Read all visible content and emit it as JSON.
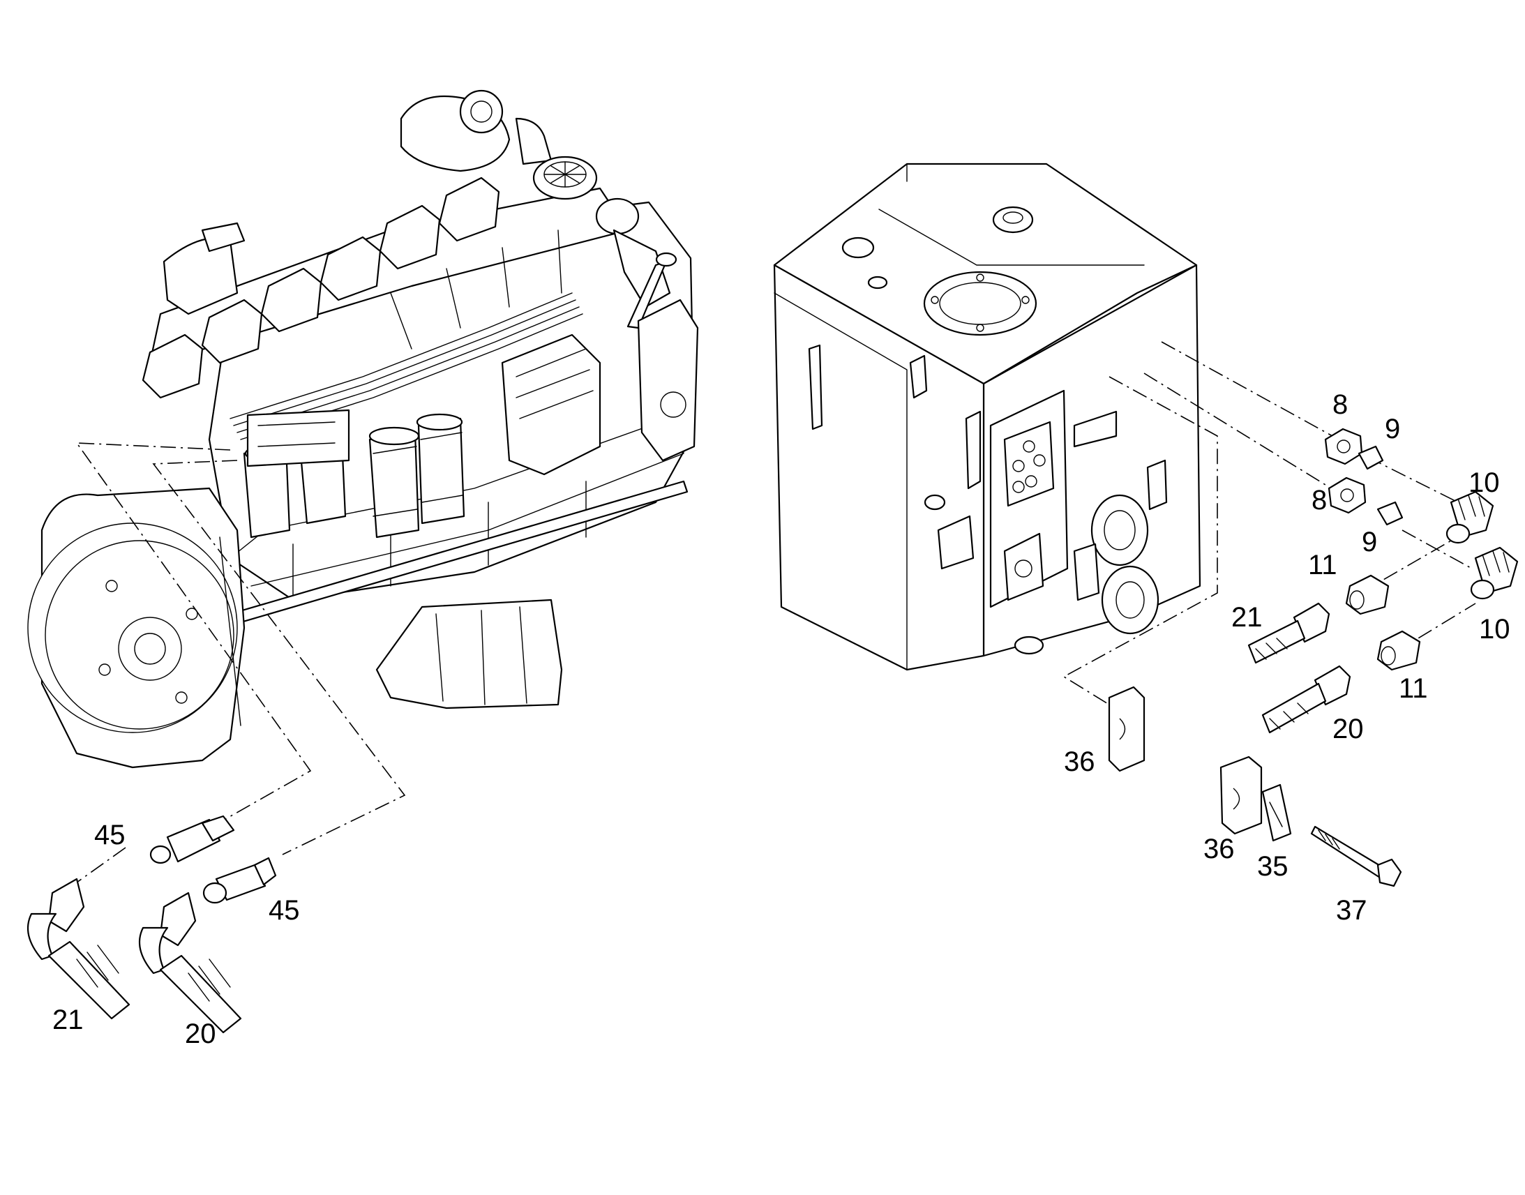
{
  "figure": {
    "callouts": {
      "c45a": "45",
      "c45b": "45",
      "c21a": "21",
      "c20a": "20",
      "c8a": "8",
      "c8b": "8",
      "c9a": "9",
      "c9b": "9",
      "c10a": "10",
      "c10b": "10",
      "c11a": "11",
      "c11b": "11",
      "c21b": "21",
      "c20b": "20",
      "c36a": "36",
      "c36b": "36",
      "c35": "35",
      "c37": "37"
    }
  }
}
